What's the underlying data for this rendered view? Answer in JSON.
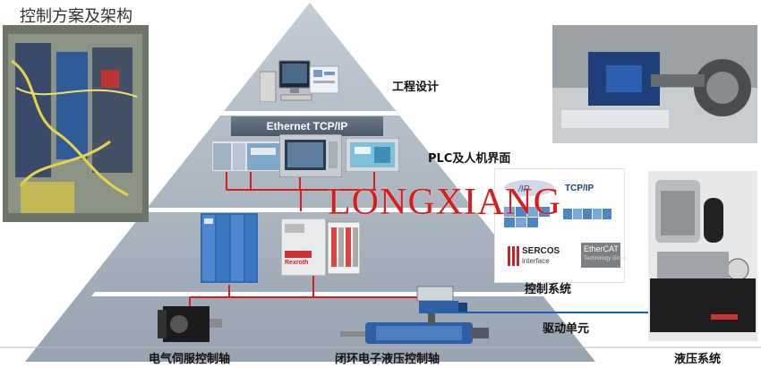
{
  "page": {
    "title": "控制方案及架构",
    "watermark": "LONGXIANG"
  },
  "pyramid": {
    "ethernet_label": "Ethernet TCP/IP",
    "levels": {
      "engineering": "工程设计",
      "plc_hmi": "PLC及人机界面",
      "control": "控制系统",
      "drive": "驱动单元"
    },
    "bottom_labels": {
      "servo": "电气伺服控制轴",
      "hydraulic": "闭环电子液压控制轴",
      "hydraulic_system": "液压系统"
    }
  },
  "protocols": [
    "TCP/IP",
    "SERCOS",
    "interface",
    "EtherCAT",
    "Technology Group",
    "Rexroth"
  ],
  "colors": {
    "pyramid_fill": "#a8b3bf",
    "pyramid_band": "#ffffff",
    "bus_line": "#d91c1c",
    "watermark": "#d91c1c",
    "drive_line": "#1a5fa8"
  },
  "icons": [
    "computer-icon",
    "plc-module-icon",
    "hmi-panel-icon",
    "servo-drive-icon",
    "io-module-icon",
    "servo-motor-icon",
    "hydraulic-cylinder-icon",
    "valve-actuator-icon"
  ]
}
